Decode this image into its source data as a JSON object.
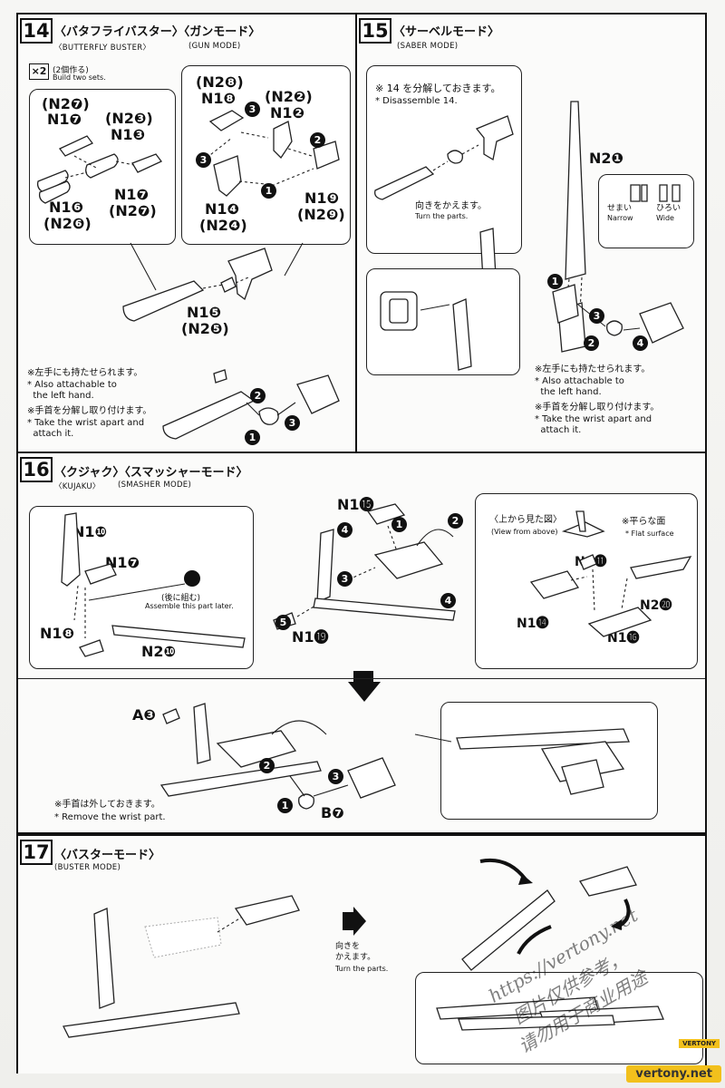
{
  "step14": {
    "number": "14",
    "title_jp": "〈バタフライバスター〉〈ガンモード〉",
    "title_en1": "〈BUTTERFLY BUSTER〉",
    "title_en2": "(GUN MODE)",
    "build_count": "×2",
    "build_jp": "(2個作る)",
    "build_en": "Build two sets.",
    "codes": {
      "a1": "(N2❼)",
      "a2": "N1❼",
      "b1": "(N2❸)",
      "b2": "N1❸",
      "c1": "N1❻",
      "c2": "(N2❻)",
      "d1": "N1❼",
      "d2": "(N2❼)",
      "e1": "(N2❽)",
      "e2": "N1❽",
      "f1": "(N2❷)",
      "f2": "N1❷",
      "g1": "N1❹",
      "g2": "(N2❹)",
      "h1": "N1❾",
      "h2": "(N2❾)",
      "i1": "N1❺",
      "i2": "(N2❺)"
    },
    "note1_jp": "※左手にも持たせられます。",
    "note1_en": "* Also attachable to\n  the left hand.",
    "note2_jp": "※手首を分解し取り付けます。",
    "note2_en": "* Take the wrist apart and\n  attach it."
  },
  "step15": {
    "number": "15",
    "title_jp": "〈サーベルモード〉",
    "title_en": "(SABER MODE)",
    "disassemble_jp": "※ 14 を分解しておきます。",
    "disassemble_en": "* Disassemble 14.",
    "turn_jp": "向きをかえます。",
    "turn_en": "Turn the parts.",
    "code": "N2❶",
    "narrow_jp": "せまい",
    "narrow_en": "Narrow",
    "wide_jp": "ひろい",
    "wide_en": "Wide",
    "note1_jp": "※左手にも持たせられます。",
    "note1_en": "* Also attachable to\n  the left hand.",
    "note2_jp": "※手首を分解し取り付けます。",
    "note2_en": "* Take the wrist apart and\n  attach it."
  },
  "step16": {
    "number": "16",
    "title_jp": "〈クジャク〉〈スマッシャーモード〉",
    "title_en1": "〈KUJAKU〉",
    "title_en2": "(SMASHER MODE)",
    "codes": {
      "n10": "N1❿",
      "n17": "N1❼",
      "n18": "N1❽",
      "n20": "N2❿",
      "n15": "N1⓯",
      "n19": "N1⓳",
      "n11": "N1⓫",
      "n14": "N1⓮",
      "n16": "N1⓰",
      "n20b": "N2⓴",
      "a3": "A❸",
      "b7": "B❼"
    },
    "later_jp": "(後に組む)",
    "later_en": "Assemble this part later.",
    "view_jp": "〈上から見た図〉",
    "view_en": "(View from above)",
    "flat_jp": "※平らな面",
    "flat_en": "* Flat surface",
    "wrist_jp": "※手首は外しておきます。",
    "wrist_en": "* Remove the wrist part."
  },
  "step17": {
    "number": "17",
    "title_jp": "〈バスターモード〉",
    "title_en": "(BUSTER MODE)",
    "turn_jp": "向きを\nかえます。",
    "turn_en": "Turn the parts."
  },
  "watermark": {
    "url": "https://vertony.net",
    "line1": "图片仅供参考，",
    "line2": "请勿用于商业用途",
    "brand": "vertony.net",
    "brand_small": "VERTONY"
  }
}
